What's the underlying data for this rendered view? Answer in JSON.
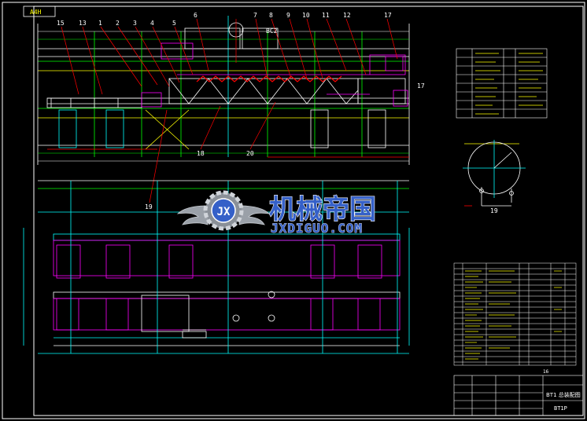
{
  "colors": {
    "background": "#000000",
    "frame": "#ffffff",
    "yellow": "#ffff00",
    "red": "#ff0000",
    "green": "#00ff00",
    "cyan": "#00ffff",
    "magenta": "#ff00ff",
    "blue": "#4d6bff",
    "watermark_gray": "#9aa0a8",
    "watermark_blue": "#3560c8"
  },
  "drawing": {
    "sheet_tag": "A4H",
    "part_labels": [
      "15",
      "13",
      "1",
      "2",
      "3",
      "4",
      "5",
      "6",
      "7",
      "8",
      "9",
      "10",
      "11",
      "12",
      "17"
    ],
    "side_label_17": "17",
    "bottom_labels": [
      "18",
      "20",
      "19"
    ],
    "section_label": "BC2",
    "subview_label": "19",
    "logo_badge": "JX"
  },
  "watermark": {
    "title": "机械帝国",
    "subtitle": "JXDIGUO.COM"
  },
  "title_block": {
    "drawing_name": "BT1 总装配图",
    "drawing_code": "BT1P",
    "sheet_number": "16"
  }
}
